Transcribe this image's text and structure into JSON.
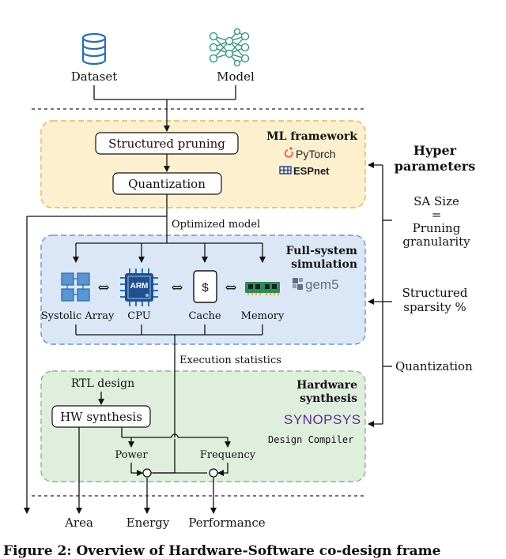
{
  "inputs": {
    "dataset": "Dataset",
    "model": "Model"
  },
  "ml": {
    "title": "ML framework",
    "step1": "Structured pruning",
    "step2": "Quantization",
    "logo1": "PyTorch",
    "logo2": "ESPnet",
    "output": "Optimized model"
  },
  "sim": {
    "title_line1": "Full-system",
    "title_line2": "simulation",
    "logo": "gem5",
    "components": [
      "Systolic Array",
      "CPU",
      "Cache",
      "Memory"
    ],
    "cpu_chip": "ARM",
    "cache_symbol": "$",
    "output": "Execution statistics"
  },
  "hw": {
    "title_line1": "Hardware",
    "title_line2": "synthesis",
    "rtl": "RTL design",
    "synth": "HW synthesis",
    "logo": "SYNOPSYS",
    "tool": "Design Compiler",
    "power": "Power",
    "frequency": "Frequency"
  },
  "outputs": {
    "area": "Area",
    "energy": "Energy",
    "performance": "Performance"
  },
  "hyper": {
    "title_line1": "Hyper",
    "title_line2": "parameters",
    "sa_line1": "SA Size",
    "sa_line2": "=",
    "sa_line3": "Pruning",
    "sa_line4": "granularity",
    "sparsity_line1": "Structured",
    "sparsity_line2": "sparsity %",
    "quantization": "Quantization"
  },
  "caption": "Figure 2: Overview of Hardware-Software co-design frame",
  "colors": {
    "ml_fill": "#fdf0cf",
    "ml_stroke": "#e6b84a",
    "sim_fill": "#dbe7f7",
    "sim_stroke": "#6f94cf",
    "hw_fill": "#dfeedd",
    "hw_stroke": "#8cb884",
    "icon_blue": "#2a6fb0",
    "icon_teal": "#2a8c7c",
    "pytorch": "#ee4c2c",
    "espnet": "#1f3f8f",
    "synopsys": "#5a2e91"
  }
}
